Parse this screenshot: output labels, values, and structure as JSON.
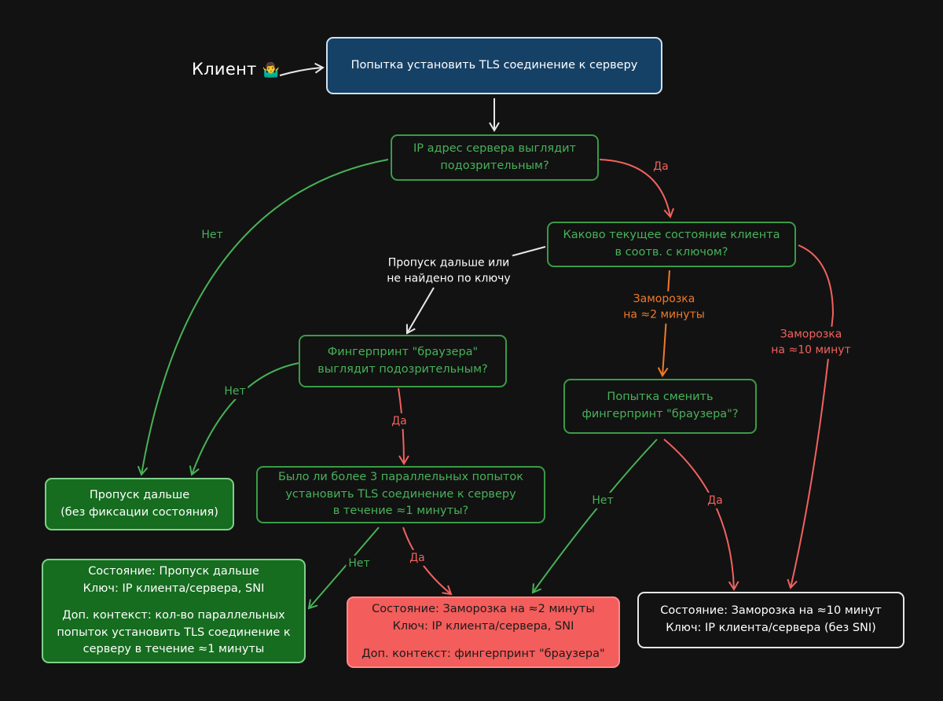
{
  "client": {
    "label": "Клиент",
    "emoji": "🤷‍♂️"
  },
  "nodes": {
    "start": [
      "Попытка установить TLS соединение к серверу"
    ],
    "ip_check": [
      "IP адрес сервера выглядит",
      "подозрительным?"
    ],
    "client_state": [
      "Каково текущее состояние клиента",
      "в соотв. с ключом?"
    ],
    "fingerprint_check": [
      "Фингерпринт \"браузера\"",
      "выглядит подозрительным?"
    ],
    "fingerprint_change": [
      "Попытка сменить",
      "фингерпринт \"браузера\"?"
    ],
    "pass_no_state": [
      "Пропуск дальше",
      "(без фиксации состояния)"
    ],
    "parallel_check": [
      "Было ли более 3 параллельных попыток",
      "установить TLS соединение к серверу",
      "в течение ≈1 минуты?"
    ],
    "state_pass": {
      "lines1": [
        "Состояние: Пропуск дальше",
        "Ключ: IP клиента/сервера, SNI"
      ],
      "lines2": [
        "Доп. контекст: кол-во параллельных",
        "попыток установить TLS соединение к",
        "серверу в течение ≈1 минуты"
      ]
    },
    "state_freeze_2": {
      "lines1": [
        "Состояние: Заморозка на ≈2 минуты",
        "Ключ: IP клиента/сервера, SNI"
      ],
      "lines2": [
        "Доп. контекст: фингерпринт \"браузера\""
      ]
    },
    "state_freeze_10": [
      "Состояние: Заморозка на ≈10 минут",
      "Ключ: IP клиента/сервера (без SNI)"
    ]
  },
  "labels": {
    "ip_no": "Нет",
    "ip_yes": "Да",
    "pass_or_not_found": [
      "Пропуск дальше или",
      "не найдено по ключу"
    ],
    "freeze_2": [
      "Заморозка",
      "на ≈2 минуты"
    ],
    "freeze_10": [
      "Заморозка",
      "на ≈10 минут"
    ],
    "fp_no": "Нет",
    "fp_yes": "Да",
    "parallel_no": "Нет",
    "parallel_yes": "Да",
    "change_no": "Нет",
    "change_yes": "Да"
  },
  "colors": {
    "background": "#121212",
    "green": "#47b258",
    "red": "#f0625f",
    "orange": "#f07a2a",
    "white": "#ffffff",
    "start_fill": "#164166",
    "green_fill": "#166c1f",
    "red_fill": "#f35d5b"
  }
}
